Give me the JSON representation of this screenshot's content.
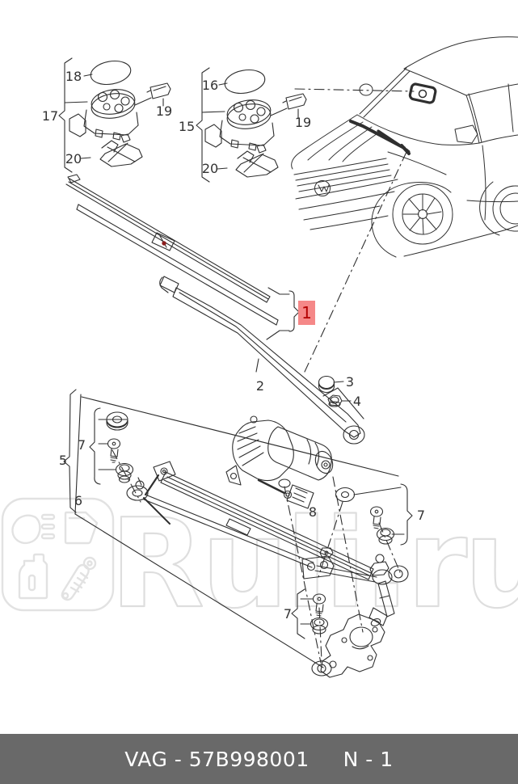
{
  "watermark": {
    "text": "Ruli.ru"
  },
  "highlight_callout": {
    "text": "1"
  },
  "callouts": {
    "c18": "18",
    "c17": "17",
    "c19a": "19",
    "c20a": "20",
    "c16": "16",
    "c15": "15",
    "c19b": "19",
    "c20b": "20",
    "c2": "2",
    "c3": "3",
    "c4": "4",
    "c5": "5",
    "c6": "6",
    "c7a": "7",
    "c7b": "7",
    "c7c": "7",
    "c8": "8"
  },
  "footer": {
    "part_code": "VAG - 57B998001",
    "page_code": "N - 1"
  },
  "colors": {
    "highlight_bg": "#f58888",
    "highlight_text": "#b30000",
    "footer_bg": "#696969",
    "footer_text": "#ffffff",
    "watermark": "#dedede",
    "line": "#2f2f2f",
    "red_dot": "#8b1d1d"
  }
}
